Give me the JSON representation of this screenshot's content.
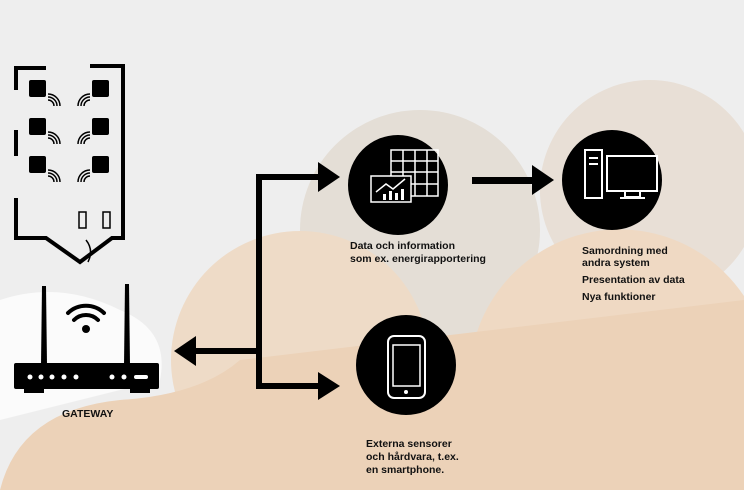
{
  "gateway": {
    "label": "GATEWAY"
  },
  "data_node": {
    "line1": "Data och information",
    "line2": "som ex. energirapportering"
  },
  "system_node": {
    "line1": "Samordning med",
    "line2": "andra system",
    "line3": "Presentation av data",
    "line4": "Nya funktioner"
  },
  "external_node": {
    "line1": "Externa sensorer",
    "line2": "och hårdvara, t.ex.",
    "line3": "en smartphone."
  },
  "colors": {
    "background": "#eeeeee",
    "cloud_light": "#f3e6d8",
    "cloud_mid": "#ecd3ba",
    "cloud_gray": "#e2dcd4",
    "ink": "#000000"
  }
}
